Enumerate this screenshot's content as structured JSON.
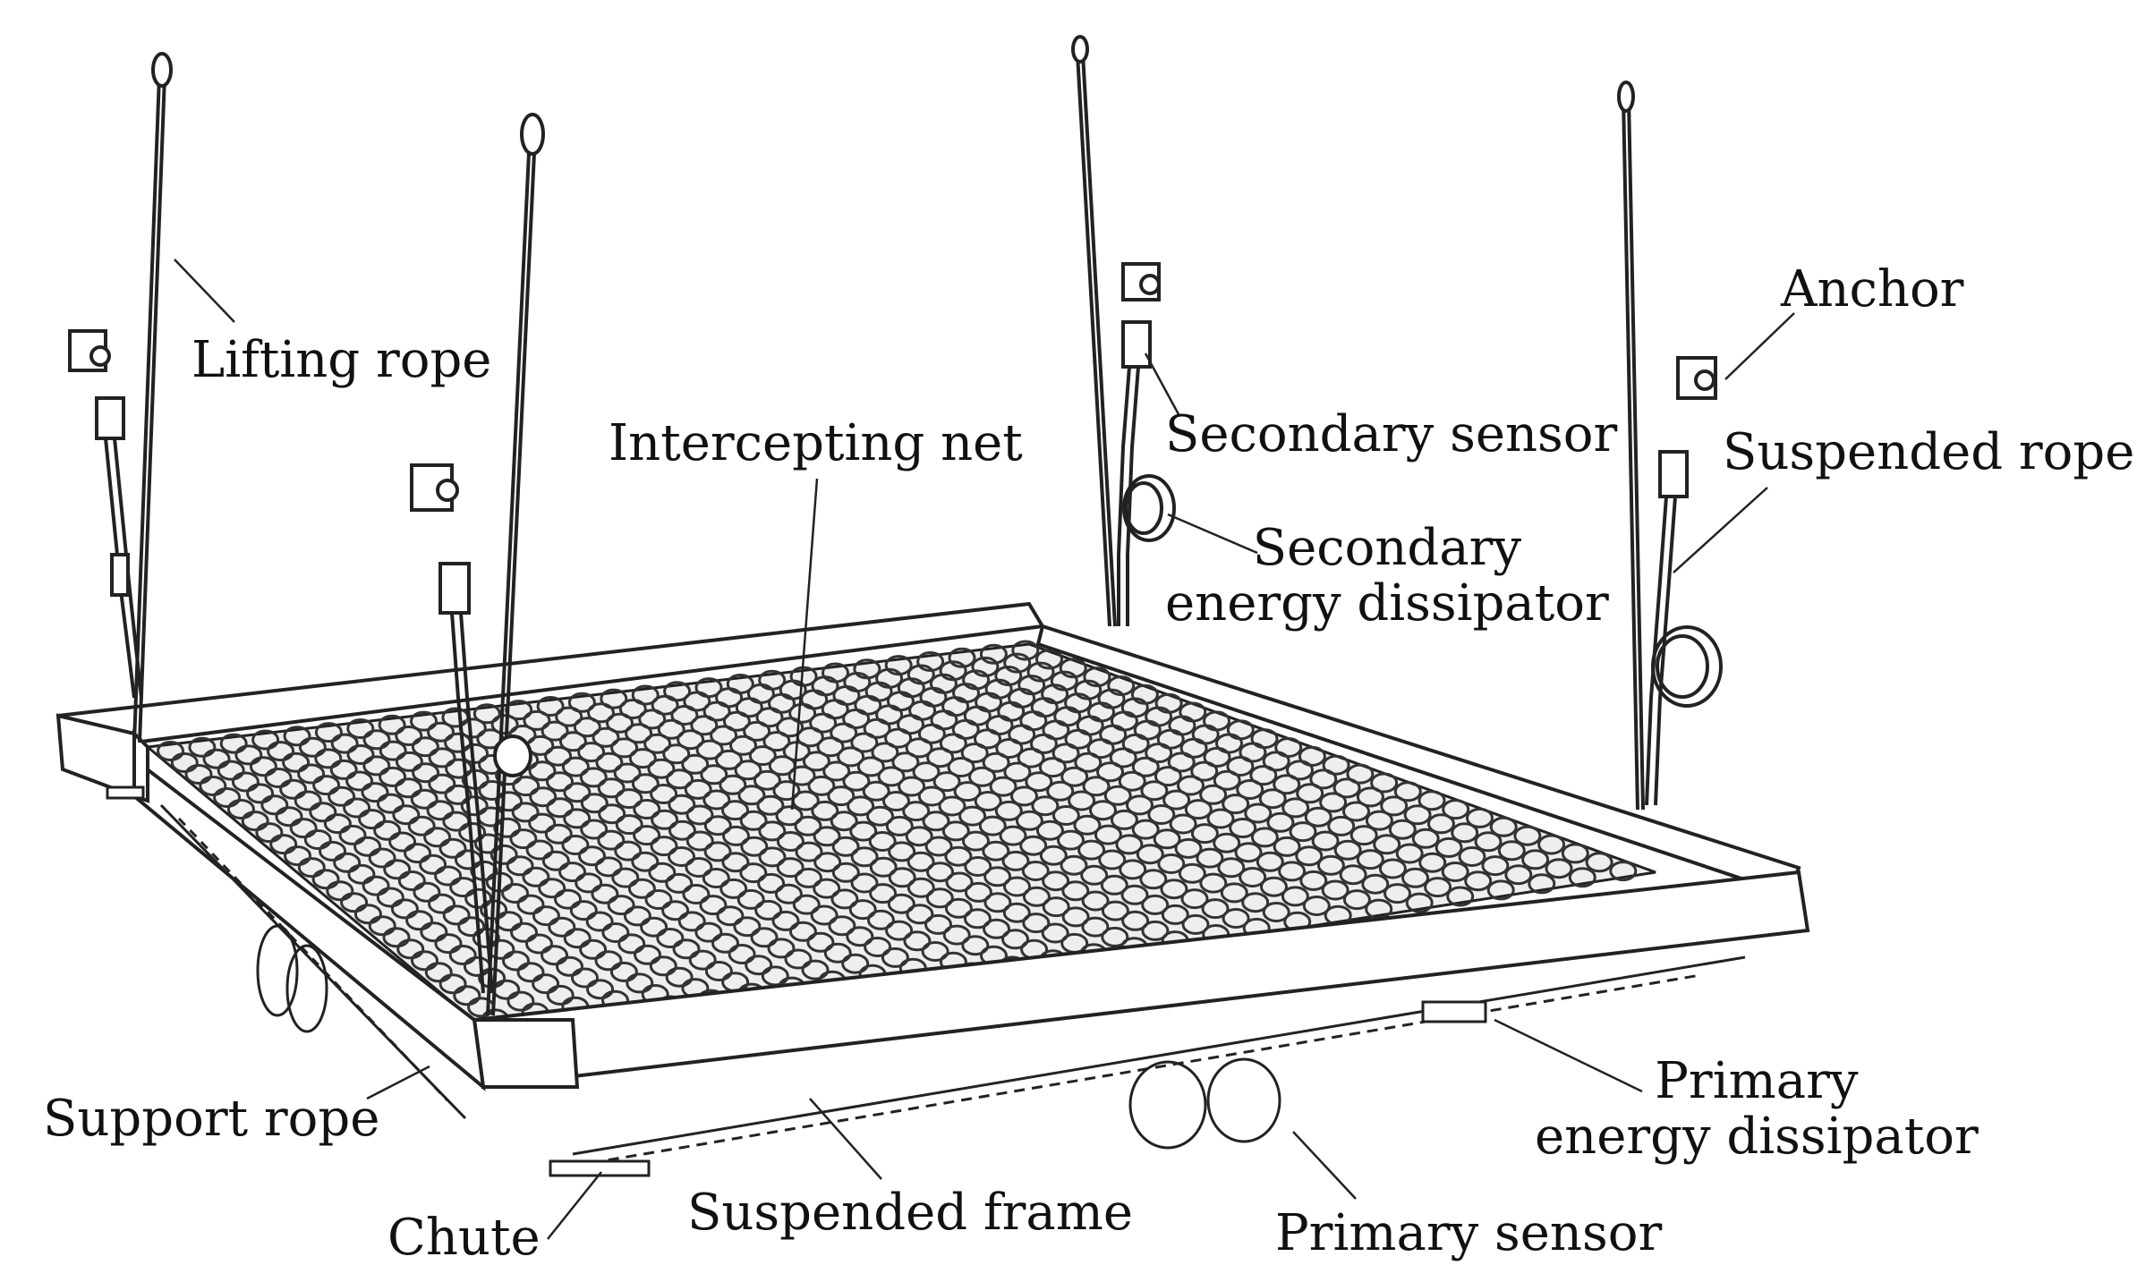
{
  "labels": {
    "lifting_rope": "Lifting rope",
    "intercepting_net": "Intercepting net",
    "anchor": "Anchor",
    "secondary_sensor": "Secondary sensor",
    "suspended_rope": "Suspended rope",
    "secondary_dissipator_line1": "Secondary",
    "secondary_dissipator_line2": "energy dissipator",
    "support_rope": "Support rope",
    "chute": "Chute",
    "suspended_frame": "Suspended frame",
    "primary_sensor": "Primary sensor",
    "primary_dissipator_line1": "Primary",
    "primary_dissipator_line2": "energy dissipator"
  },
  "colors": {
    "ink": "#111111",
    "line": "#222222",
    "frame_fill": "#ffffff",
    "net_fill": "#e8e8e8",
    "background": "#ffffff"
  }
}
